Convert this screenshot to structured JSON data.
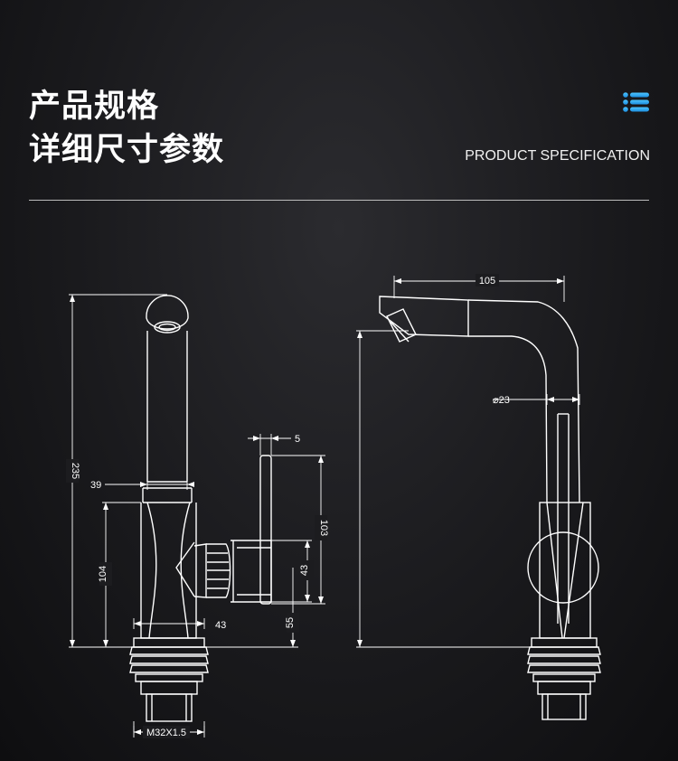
{
  "header": {
    "title_line1": "产品规格",
    "title_line2": "详细尺寸参数",
    "subtitle": "PRODUCT SPECIFICATION",
    "menu_icon": "list-icon",
    "accent_color": "#2aa8f0"
  },
  "front_view": {
    "dim_total_height": "235",
    "dim_spout_diameter": "39",
    "dim_body_height": "104",
    "dim_base_width": "43",
    "dim_thread": "M32X1.5",
    "dim_handle_thickness": "5",
    "dim_handle_height": "103",
    "dim_handle_width": "43",
    "dim_handle_offset": "55"
  },
  "side_view": {
    "dim_reach": "105",
    "dim_pipe_diameter": "⌀23"
  }
}
